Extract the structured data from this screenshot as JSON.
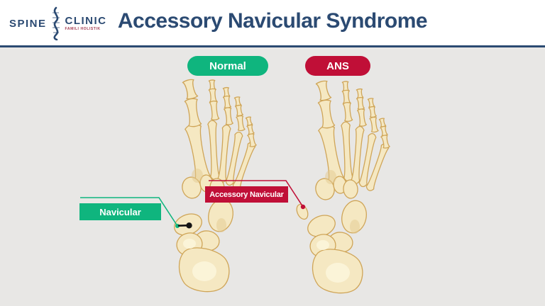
{
  "header": {
    "logo": {
      "word_left": "SPINE",
      "word_right": "CLINIC",
      "tagline": "FAMILI HOLISTIK",
      "icon": "spine-icon"
    },
    "title": "Accessory Navicular Syndrome"
  },
  "badges": {
    "normal": "Normal",
    "ans": "ANS"
  },
  "callouts": {
    "navicular": {
      "label": "Navicular"
    },
    "accessory_navicular": {
      "label": "Accessory Navicular"
    }
  },
  "figures": {
    "left": "normal foot skeleton, dorsal view",
    "right": "foot skeleton with accessory navicular bone"
  },
  "colors": {
    "navy": "#2b4a72",
    "green": "#0fb57e",
    "crimson": "#c00f37",
    "bg": "#e8e7e5",
    "bone_fill": "#f5e8c2",
    "bone_line": "#cfa558",
    "tagline_red": "#a23a50",
    "connector_black": "#141414"
  }
}
